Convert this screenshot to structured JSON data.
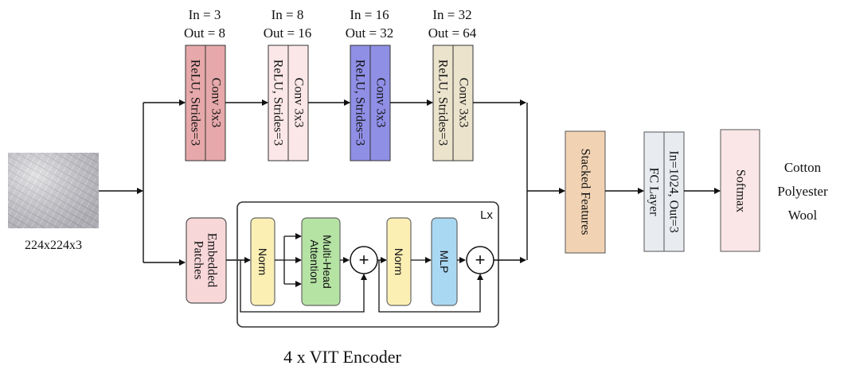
{
  "input": {
    "label": "224x224x3",
    "image_desc": "fabric-texture-thumbnail"
  },
  "conv_blocks": [
    {
      "io_in": "In = 3",
      "io_out": "Out = 8",
      "line1": "Conv 3x3",
      "line2": "ReLU, Strides=3",
      "color": "#e6a8aa"
    },
    {
      "io_in": "In = 8",
      "io_out": "Out = 16",
      "line1": "Conv 3x3",
      "line2": "ReLU, Strides=3",
      "color": "#fbe7e8"
    },
    {
      "io_in": "In = 16",
      "io_out": "Out = 32",
      "line1": "Conv 3x3",
      "line2": "ReLU, Strides=3",
      "color": "#8f8fe6"
    },
    {
      "io_in": "In = 32",
      "io_out": "Out = 64",
      "line1": "Conv 3x3",
      "line2": "ReLU, Strides=3",
      "color": "#ebe3cc"
    }
  ],
  "vit": {
    "embedded_line1": "Embedded",
    "embedded_line2": "Patches",
    "norm1": "Norm",
    "mha_line1": "Multi-Head",
    "mha_line2": "Attention",
    "norm2": "Norm",
    "mlp": "MLP",
    "plus": "+",
    "repeat": "Lx",
    "caption": "4 x VIT Encoder",
    "colors": {
      "embedded": "#f8d7d9",
      "norm": "#fbefb4",
      "attn": "#b5e3a3",
      "mlp": "#a9d8f3"
    }
  },
  "stacked": {
    "label": "Stacked Features",
    "color": "#f1d3b4"
  },
  "fc": {
    "line1": "FC Layer",
    "line2": "In=1024, Out=3",
    "color": "#e8ecf0"
  },
  "softmax": {
    "label": "Softmax",
    "color": "#fbe6e7"
  },
  "classes": [
    "Cotton",
    "Polyester",
    "Wool"
  ]
}
